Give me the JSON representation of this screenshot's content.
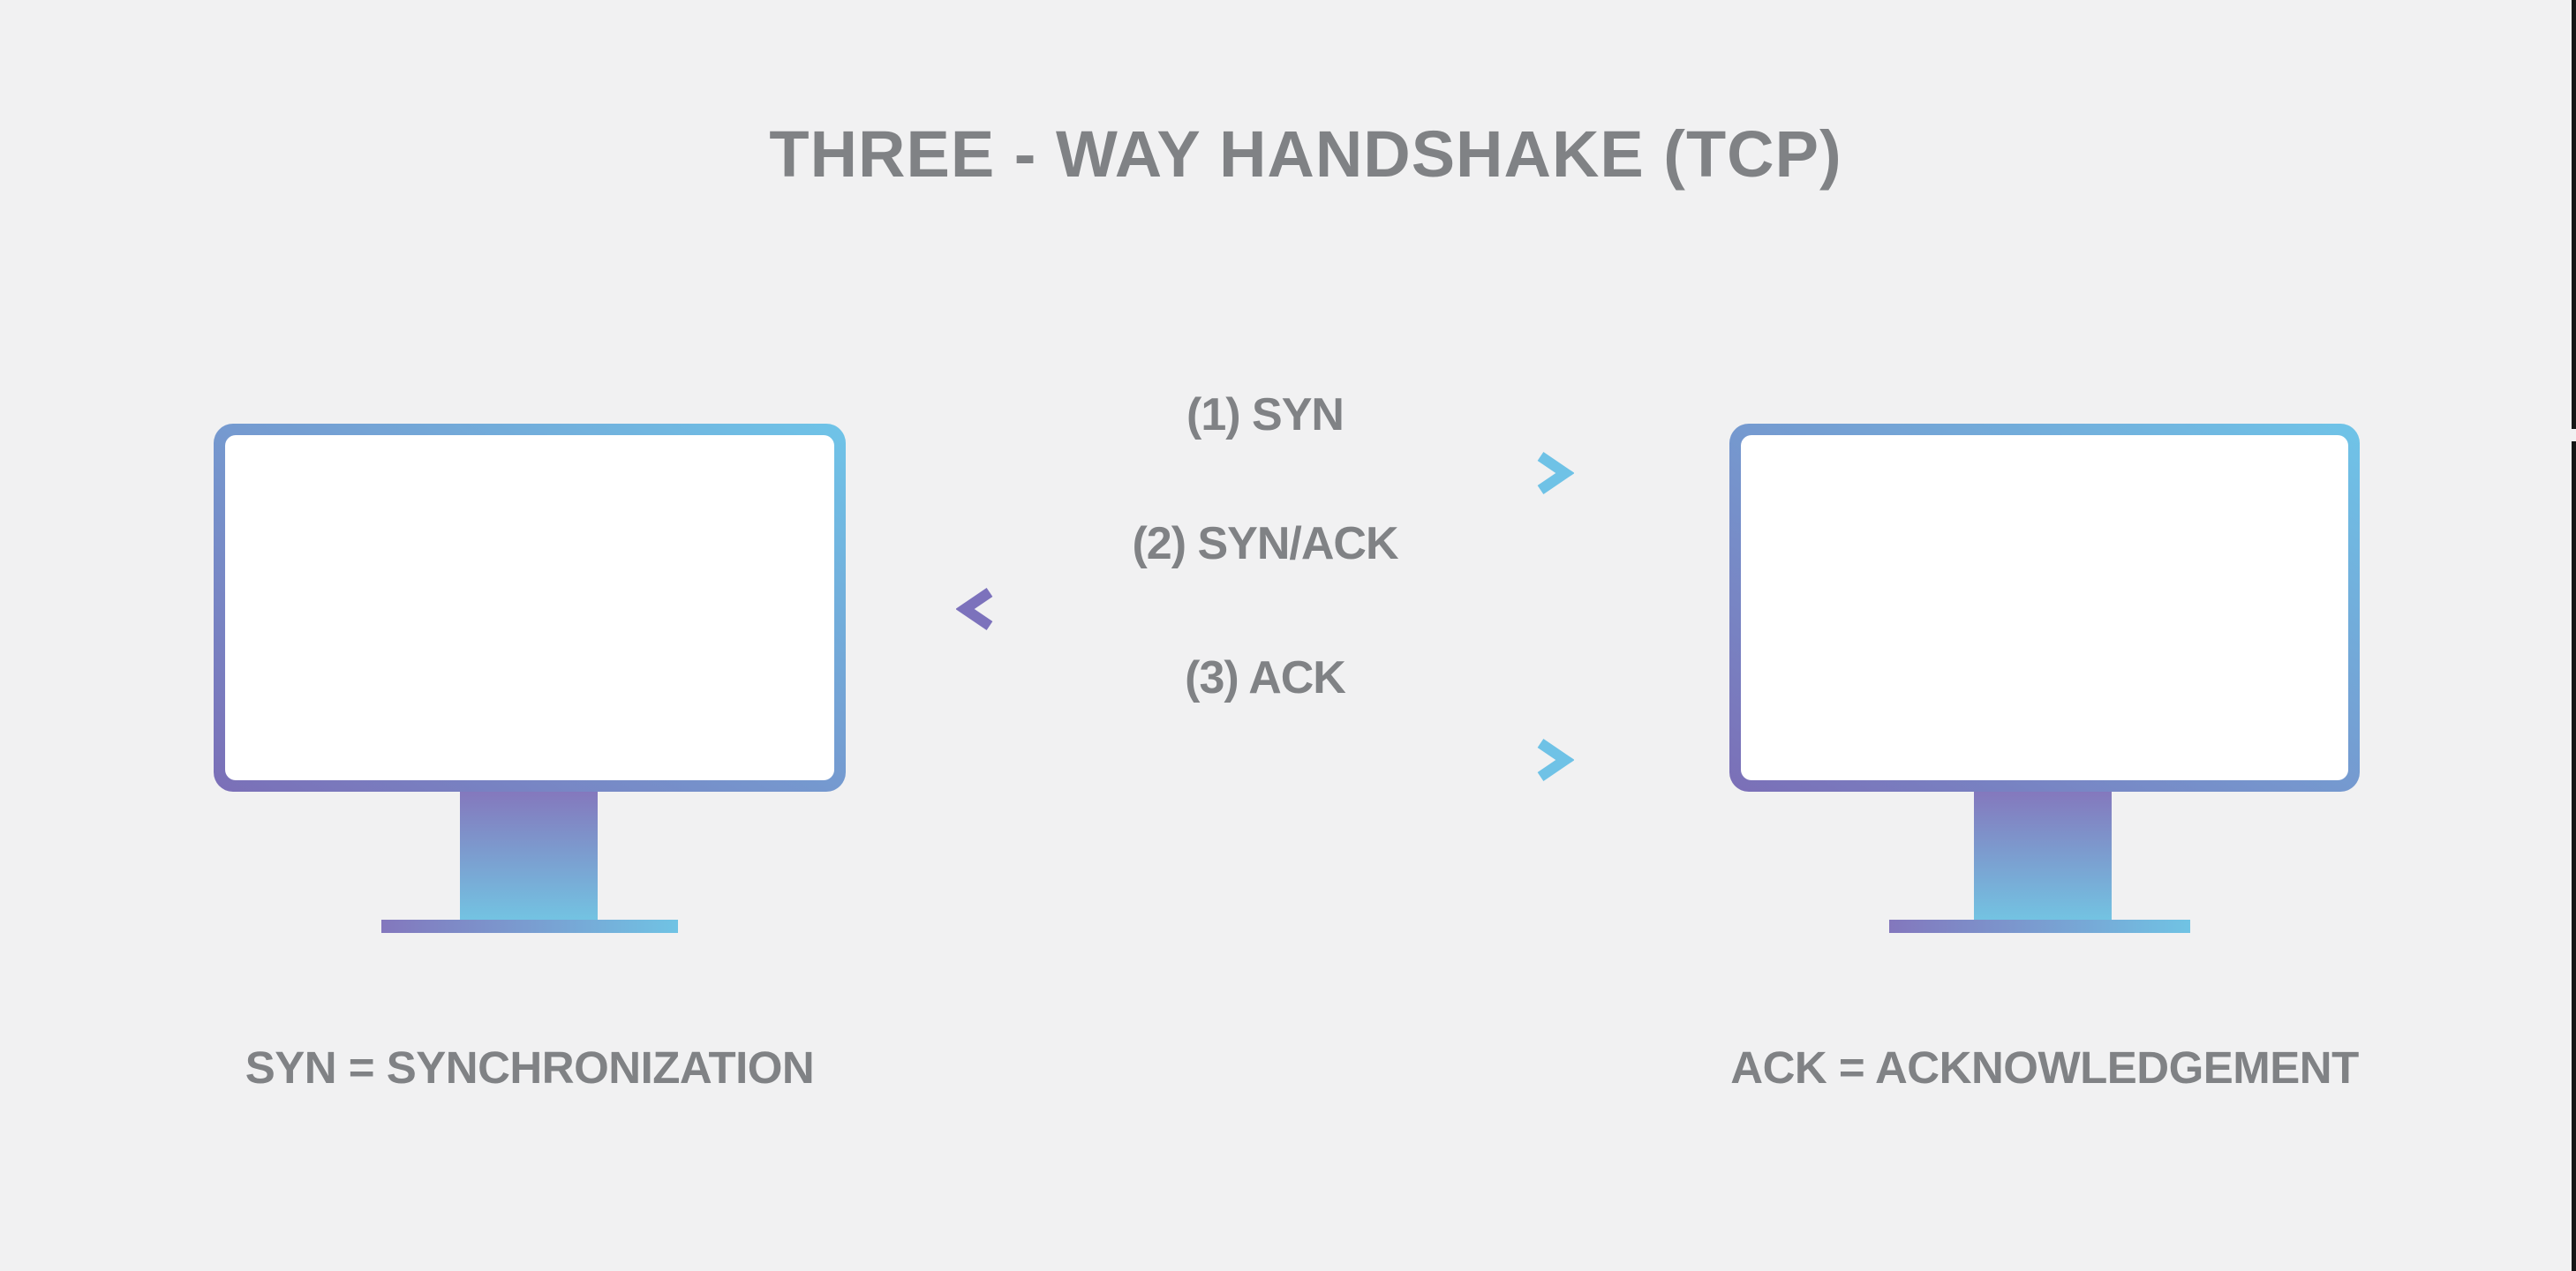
{
  "page": {
    "title": "THREE - WAY HANDSHAKE (TCP)",
    "background_color": "#F1F1F2",
    "text_color": "#808285"
  },
  "handshake": {
    "messages": [
      {
        "step": "1",
        "label": "(1) SYN",
        "direction": "client-to-server"
      },
      {
        "step": "2",
        "label": "(2) SYN/ACK",
        "direction": "server-to-client"
      },
      {
        "step": "3",
        "label": "(3) ACK",
        "direction": "client-to-server"
      }
    ],
    "legend": {
      "syn": "SYN = SYNCHRONIZATION",
      "ack": "ACK = ACKNOWLEDGEMENT"
    },
    "colors": {
      "gradient_purple": "#7C72BC",
      "gradient_blue": "#70C3E7",
      "monitor_screen_fill": "#FFFFFF",
      "edge_line": "#161616"
    }
  }
}
